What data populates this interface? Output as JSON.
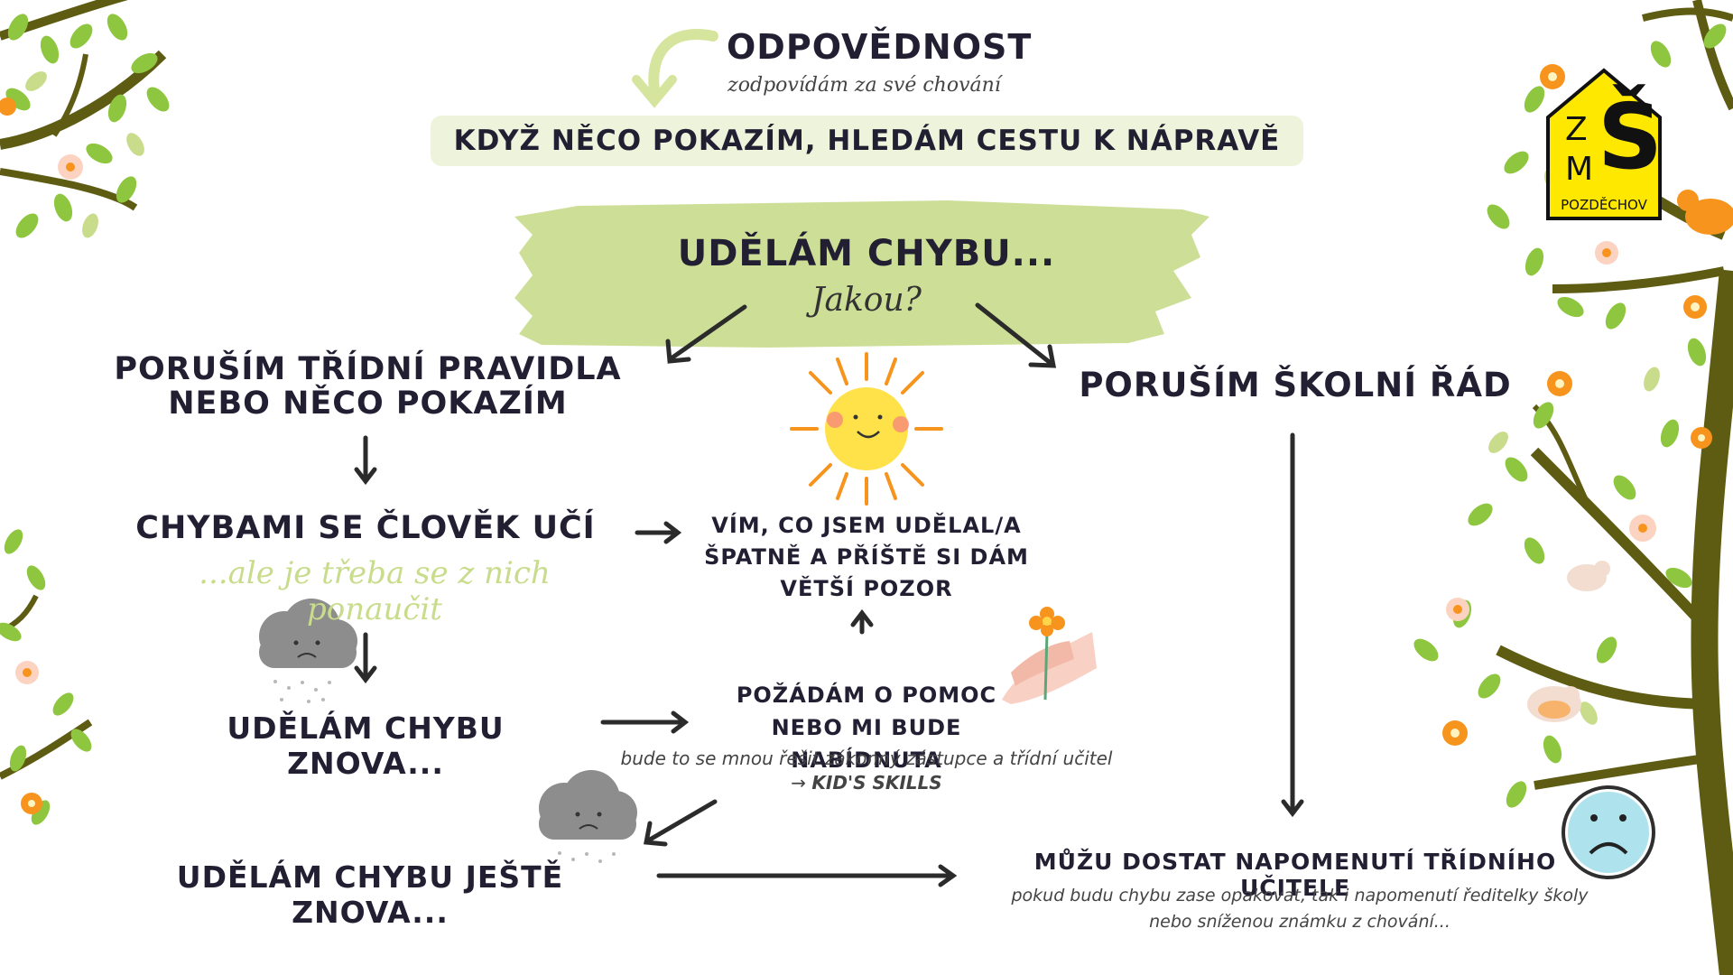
{
  "title": "ODPOVĚDNOST",
  "subtitle": "zodpovídám za své chování",
  "banner": "KDYŽ NĚCO POKAZÍM, HLEDÁM CESTU K NÁPRAVĚ",
  "center": {
    "heading": "UDĚLÁM CHYBU...",
    "question": "Jakou?"
  },
  "left": {
    "rule_break": [
      "PORUŠÍM TŘÍDNÍ PRAVIDLA",
      "NEBO NĚCO POKAZÍM"
    ],
    "learn": "CHYBAMI SE ČLOVĚK UČÍ",
    "learn_note": "...ale je třeba se z nich ponaučit",
    "again": "UDĚLÁM CHYBU ZNOVA...",
    "again_again": "UDĚLÁM CHYBU JEŠTĚ ZNOVA..."
  },
  "middle": {
    "know": [
      "VÍM, CO JSEM UDĚLAL/A",
      "ŠPATNĚ A PŘÍŠTĚ SI DÁM",
      "VĚTŠÍ POZOR"
    ],
    "help": [
      "POŽÁDÁM O POMOC",
      "NEBO MI BUDE NABÍDNUTA"
    ],
    "help_note": "bude to se mnou řešit zákonný zástupce a třídní učitel",
    "help_arrow": "→",
    "help_kids": "KID'S SKILLS"
  },
  "right": {
    "school_rules": "PORUŠÍM ŠKOLNÍ ŘÁD",
    "warning": "MŮŽU DOSTAT NAPOMENUTÍ TŘÍDNÍHO UČITELE",
    "warning_note": [
      "pokud budu chybu zase opakovat, tak i napomenutí ředitelky školy",
      "nebo sníženou známku z chování..."
    ]
  },
  "logo": {
    "line1": "Z",
    "line2": "M",
    "big": "Š",
    "name": "POZDĚCHOV"
  },
  "colors": {
    "green": "#c8dc8c",
    "leaf": "#8ec63f",
    "trunk": "#5e5b12",
    "orange": "#f7941d",
    "dark": "#221f33",
    "yellow": "#ffe800"
  }
}
